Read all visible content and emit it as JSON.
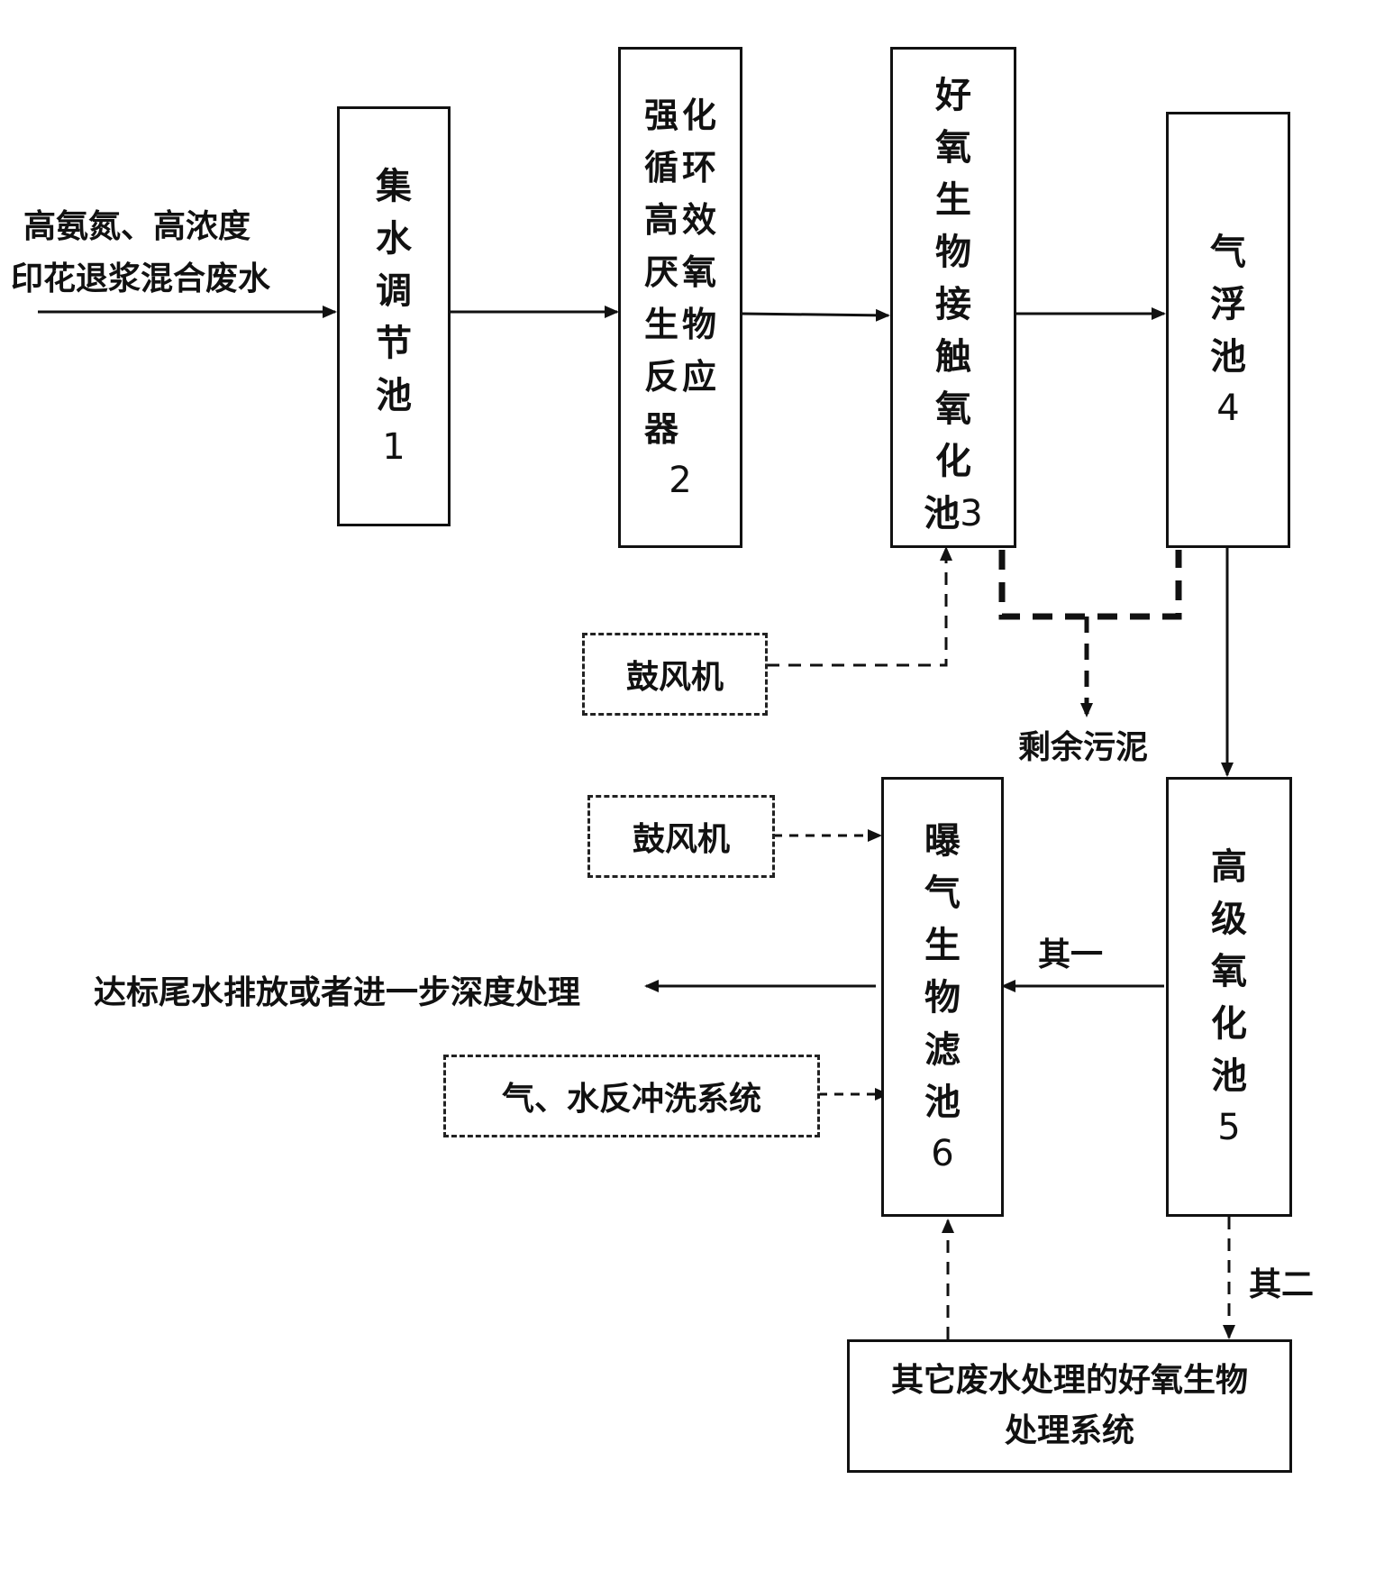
{
  "input_label": [
    "高氨氮、高浓度",
    "印花退浆混合废水"
  ],
  "tank1": {
    "name": [
      "集",
      "水",
      "调",
      "节",
      "池"
    ],
    "num": "1"
  },
  "reactor2": {
    "name": [
      "强",
      "化",
      "循",
      "环",
      "高",
      "效",
      "厌",
      "氧",
      "生",
      "物",
      "反",
      "应",
      "器"
    ],
    "num": "2"
  },
  "tank3": {
    "name": [
      "好",
      "氧",
      "生",
      "物",
      "接",
      "触",
      "氧",
      "化",
      "池"
    ],
    "num": "3"
  },
  "tank4": {
    "name": [
      "气",
      "浮",
      "池"
    ],
    "num": "4"
  },
  "tank5": {
    "name": [
      "高",
      "级",
      "氧",
      "化",
      "池"
    ],
    "num": "5"
  },
  "tank6": {
    "name": [
      "曝",
      "气",
      "生",
      "物",
      "滤",
      "池"
    ],
    "num": "6"
  },
  "blower_top": "鼓风机",
  "blower_mid": "鼓风机",
  "backwash": "气、水反冲洗系统",
  "sludge": "剩余污泥",
  "branch1": "其一",
  "branch2": "其二",
  "output_label": "达标尾水排放或者进一步深度处理",
  "other_system": [
    "其它废水处理的好氧生物",
    "处理系统"
  ]
}
